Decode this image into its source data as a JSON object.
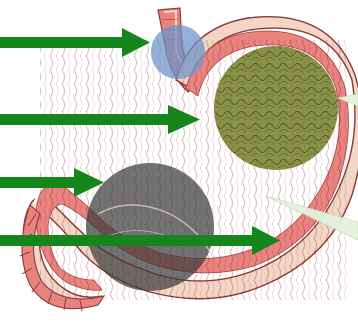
{
  "figure": {
    "subject": "stomach",
    "arrow_color": "#15861c",
    "tissue_color": "#e8837f",
    "tissue_dark": "#b4403f",
    "wall_color": "#f4d6c6",
    "fundus_highlight": "#6f7a22",
    "cardia_highlight": "#6f95c9",
    "pylorus_highlight": "#3b3b3b",
    "pointer_color": "#e6f1df"
  },
  "arrows": [
    {
      "id": "arrow-1",
      "target": "cardia-highlight"
    },
    {
      "id": "arrow-2",
      "target": "fundus-highlight"
    },
    {
      "id": "arrow-3",
      "target": "pylorus-highlight"
    },
    {
      "id": "arrow-4",
      "target": "pyloric-canal"
    }
  ],
  "highlights": [
    {
      "id": "cardia-highlight",
      "color": "#6f95c9"
    },
    {
      "id": "fundus-highlight",
      "color": "#6f7a22"
    },
    {
      "id": "pylorus-highlight",
      "color": "#3b3b3b"
    }
  ]
}
